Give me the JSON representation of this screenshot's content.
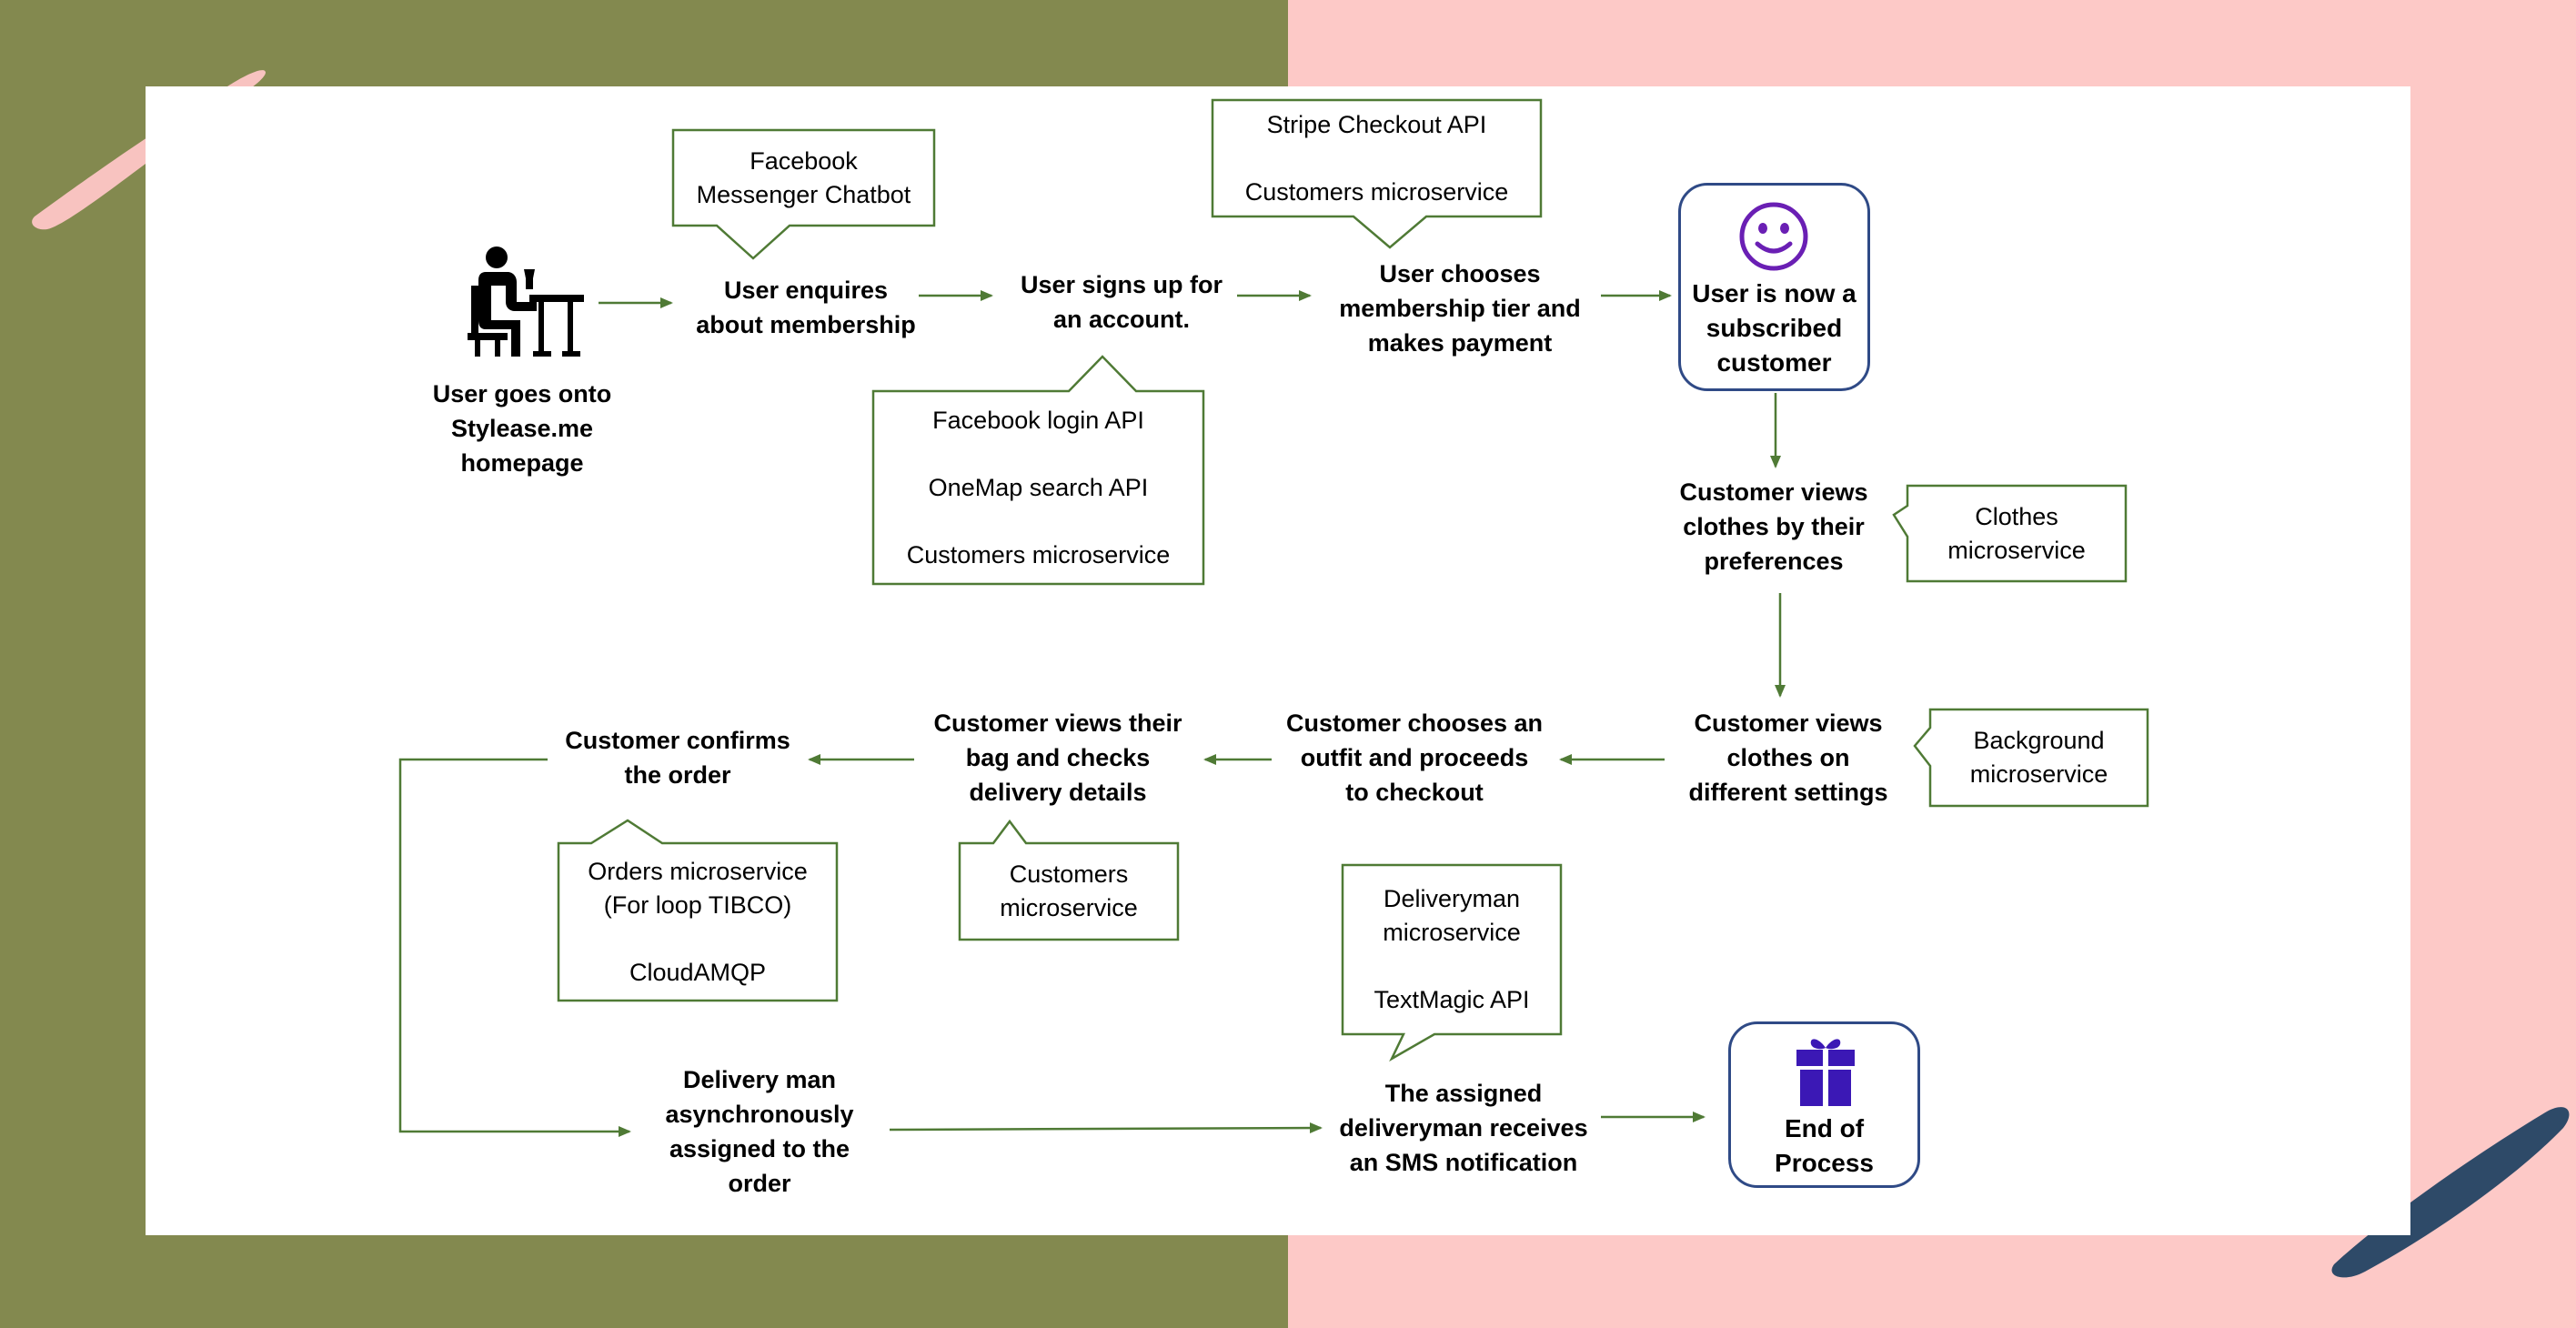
{
  "colors": {
    "left_background": "#83894f",
    "right_background": "#fdc9c7",
    "arrow": "#4f7a35",
    "box_border": "#4f7a35",
    "rounded_border": "#2f4a86",
    "icon_purple": "#6a1fb4",
    "gift": "#3b18b5",
    "pink_brush": "#f8c3c0",
    "navy_brush": "#2e4a68"
  },
  "steps": {
    "homepage": [
      "User goes onto",
      "Stylease.me",
      "homepage"
    ],
    "enquire": [
      "User enquires",
      "about membership"
    ],
    "signup": [
      "User signs up for",
      "an account."
    ],
    "choose_tier": [
      "User chooses",
      "membership tier and",
      "makes payment"
    ],
    "subscribed": [
      "User is now a",
      "subscribed",
      "customer"
    ],
    "views_prefs": [
      "Customer views",
      "clothes by their",
      "preferences"
    ],
    "views_settings": [
      "Customer views",
      "clothes on",
      "different settings"
    ],
    "outfit_checkout": [
      "Customer chooses an",
      "outfit and proceeds",
      "to checkout"
    ],
    "bag_details": [
      "Customer views their",
      "bag and checks",
      "delivery details"
    ],
    "confirms": [
      "Customer confirms",
      "the order"
    ],
    "delivery_assigned": [
      "Delivery man",
      "asynchronously",
      "assigned to the",
      "order"
    ],
    "sms": [
      "The assigned",
      "deliveryman receives",
      "an SMS notification"
    ],
    "end": [
      "End of",
      "Process"
    ]
  },
  "notes": {
    "chatbot": [
      "Facebook",
      "Messenger Chatbot"
    ],
    "signup_apis": [
      "Facebook login API",
      "OneMap search API",
      "Customers microservice"
    ],
    "payment_apis": [
      "Stripe Checkout API",
      "Customers microservice"
    ],
    "clothes": [
      "Clothes",
      "microservice"
    ],
    "background": [
      "Background",
      "microservice"
    ],
    "customers": [
      "Customers",
      "microservice"
    ],
    "orders": [
      "Orders microservice",
      "(For loop TIBCO)",
      "CloudAMQP"
    ],
    "deliveryman": [
      "Deliveryman",
      "microservice",
      "TextMagic API"
    ]
  },
  "icons": {
    "user_at_desk": "person-at-desk-icon",
    "smiley": "smiley-face-icon",
    "gift": "gift-icon"
  }
}
